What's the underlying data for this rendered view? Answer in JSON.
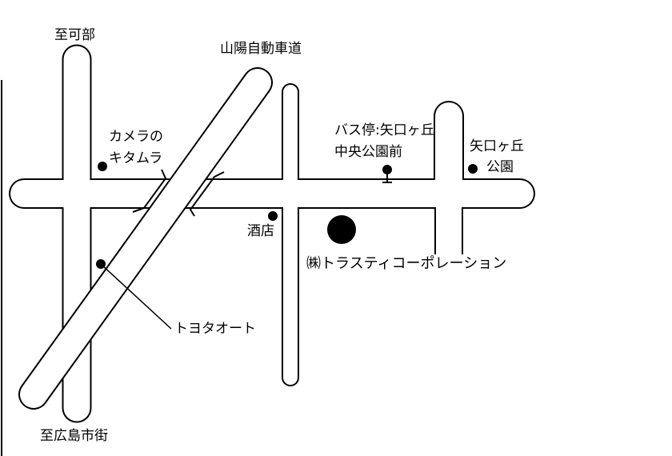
{
  "map": {
    "labels": {
      "to_kabe": "至可部",
      "sanyo_expressway": "山陽自動車道",
      "camera_kitamura_line1": "カメラの",
      "camera_kitamura_line2": "キタムラ",
      "bus_stop_line1": "バス停:矢口ヶ丘",
      "bus_stop_line2": "中央公園前",
      "park_line1": "矢口ヶ丘",
      "park_line2": "公園",
      "liquor_store": "酒店",
      "company": "㈱トラスティコーポレーション",
      "toyota_auto": "トヨタオート",
      "to_hiroshima": "至広島市街"
    },
    "colors": {
      "ink": "#000000",
      "paper": "#ffffff"
    }
  }
}
